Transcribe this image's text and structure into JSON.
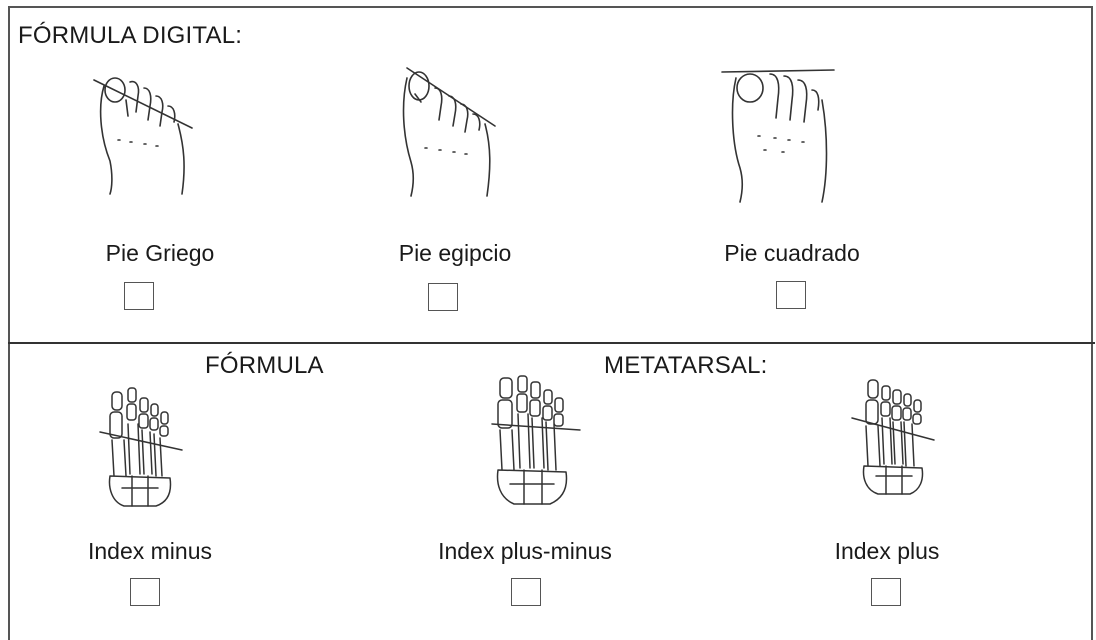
{
  "section_digital": {
    "title": "FÓRMULA DIGITAL:",
    "options": [
      {
        "label": "Pie Griego",
        "icon": "greek-foot-icon"
      },
      {
        "label": "Pie egipcio",
        "icon": "egyptian-foot-icon"
      },
      {
        "label": "Pie cuadrado",
        "icon": "square-foot-icon"
      }
    ]
  },
  "section_metatarsal": {
    "title_part1": "FÓRMULA",
    "title_part2": "METATARSAL:",
    "options": [
      {
        "label": "Index minus",
        "icon": "index-minus-skeleton-icon"
      },
      {
        "label": "Index plus-minus",
        "icon": "index-plus-minus-skeleton-icon"
      },
      {
        "label": "Index plus",
        "icon": "index-plus-skeleton-icon"
      }
    ]
  }
}
